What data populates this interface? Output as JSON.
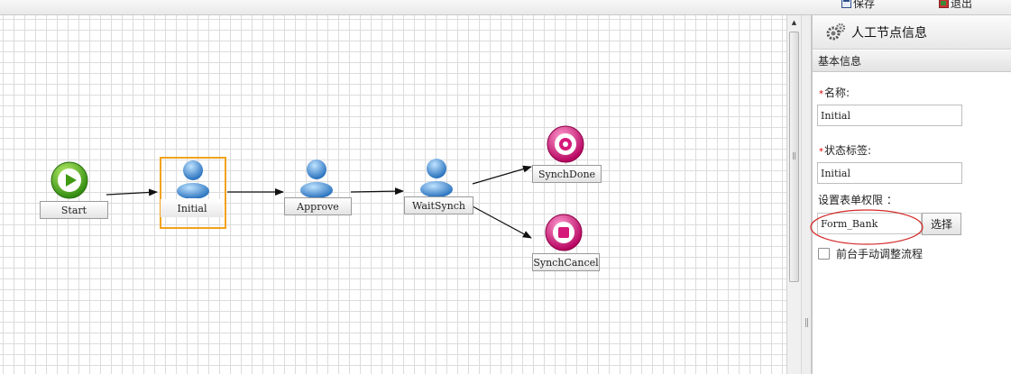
{
  "toolbar": {
    "save_label": "保存",
    "exit_label": "退出"
  },
  "workflow": {
    "nodes": [
      {
        "id": "start",
        "label": "Start",
        "icon": "play-icon"
      },
      {
        "id": "initial",
        "label": "Initial",
        "icon": "user-icon",
        "selected": true
      },
      {
        "id": "approve",
        "label": "Approve",
        "icon": "user-icon"
      },
      {
        "id": "waitsynch",
        "label": "WaitSynch",
        "icon": "user-icon"
      },
      {
        "id": "synchdone",
        "label": "SynchDone",
        "icon": "target-icon"
      },
      {
        "id": "synchcancel",
        "label": "SynchCancel",
        "icon": "stop-icon"
      }
    ]
  },
  "panel": {
    "title": "人工节点信息",
    "section": "基本信息",
    "name_label": "名称:",
    "name_value": "Initial",
    "status_label": "状态标签:",
    "status_value": "Initial",
    "form_perm_label": "设置表单权限 ：",
    "form_value": "Form_Bank",
    "select_button": "选择",
    "manual_adjust_label": "前台手动调整流程"
  },
  "colors": {
    "selection": "#f2a31b",
    "annotation": "#d42a2a",
    "required": "#e10000"
  }
}
